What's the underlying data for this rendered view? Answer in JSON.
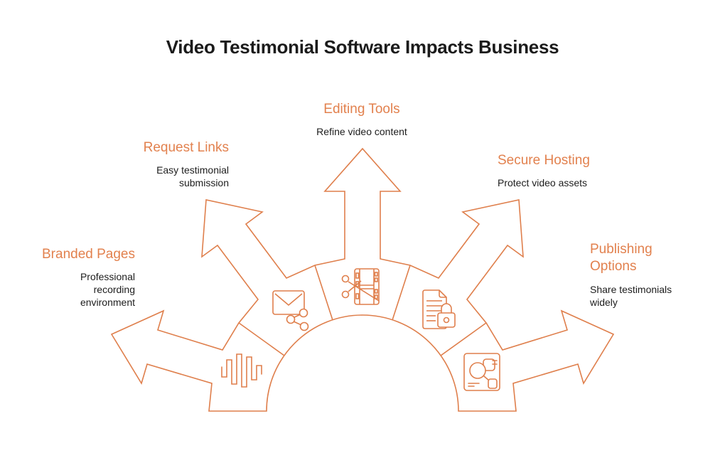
{
  "title": "Video Testimonial Software Impacts Business",
  "colors": {
    "accent_stroke": "#DF7F4C",
    "heading_text": "#E2814E",
    "body_text": "#1D1D1D",
    "background": "#FFFFFF"
  },
  "items": [
    {
      "label": "Branded Pages",
      "description": "Professional recording environment",
      "icon": "waveform-icon",
      "position": "left"
    },
    {
      "label": "Request Links",
      "description": "Easy testimonial submission",
      "icon": "envelope-share-icon",
      "position": "upper-left"
    },
    {
      "label": "Editing Tools",
      "description": "Refine video content",
      "icon": "film-scissors-icon",
      "position": "top"
    },
    {
      "label": "Secure Hosting",
      "description": "Protect video assets",
      "icon": "document-lock-icon",
      "position": "upper-right"
    },
    {
      "label": "Publishing Options",
      "description": "Share testimonials widely",
      "icon": "search-layout-icon",
      "position": "right"
    }
  ]
}
